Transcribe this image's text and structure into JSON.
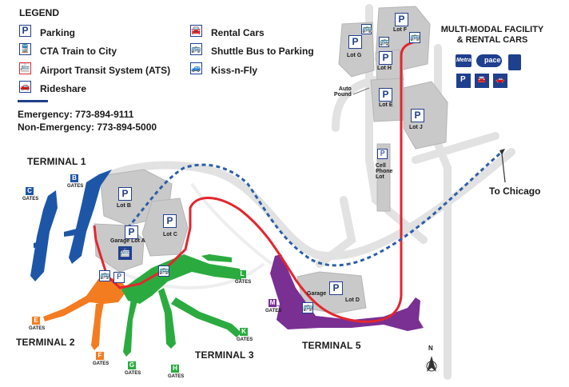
{
  "legend": {
    "title": "LEGEND",
    "items": [
      {
        "label": "Parking",
        "icon": "parking-icon",
        "glyph": "P"
      },
      {
        "label": "CTA Train to City",
        "icon": "cta-train-icon",
        "glyph": "🚆"
      },
      {
        "label": "Airport Transit System (ATS)",
        "icon": "ats-train-icon",
        "glyph": "🚈"
      },
      {
        "label": "Rideshare",
        "icon": "rideshare-icon",
        "glyph": "🚗"
      },
      {
        "label": "Rental Cars",
        "icon": "rental-car-icon",
        "glyph": "🚘"
      },
      {
        "label": "Shuttle Bus to Parking",
        "icon": "shuttle-bus-icon",
        "glyph": "🚌"
      },
      {
        "label": "Kiss-n-Fly",
        "icon": "kiss-n-fly-icon",
        "glyph": "🚙"
      }
    ],
    "emergency": "Emergency: 773-894-9111",
    "non_emergency": "Non-Emergency: 773-894-5000"
  },
  "terminals": {
    "t1": "TERMINAL 1",
    "t2": "TERMINAL 2",
    "t3": "TERMINAL 3",
    "t5": "TERMINAL 5"
  },
  "gates": {
    "sub": "GATES",
    "B": "B",
    "C": "C",
    "E": "E",
    "F": "F",
    "G": "G",
    "H": "H",
    "K": "K",
    "L": "L",
    "M": "M"
  },
  "lots": {
    "lot_b": "Lot B",
    "lot_c": "Lot C",
    "garage_lot_a": "Garage Lot A",
    "lot_d": "Lot D",
    "garage": "Garage",
    "lot_e": "Lot E",
    "lot_f": "Lot F",
    "lot_g": "Lot G",
    "lot_h": "Lot H",
    "lot_j": "Lot J",
    "auto_pound": "Auto\nPound",
    "cell_phone_lot": "Cell\nPhone\nLot",
    "p": "P"
  },
  "multimodal": {
    "title_line1": "MULTI-MODAL FACILITY",
    "title_line2": "& RENTAL CARS",
    "metra": "Metra",
    "pace": "pace"
  },
  "to_chicago": "To Chicago",
  "north": "N",
  "colors": {
    "navy": "#1f3f8f",
    "ats_red": "#e3262f",
    "shuttle_dash": "#2d5fa8",
    "terminal_blue": "#1d56a6",
    "terminal_orange": "#f47c20",
    "terminal_green": "#2bab3f",
    "terminal_purple": "#7a2f93",
    "gray_lot": "#c8c8c8",
    "road_gray": "#dcdcdc"
  }
}
